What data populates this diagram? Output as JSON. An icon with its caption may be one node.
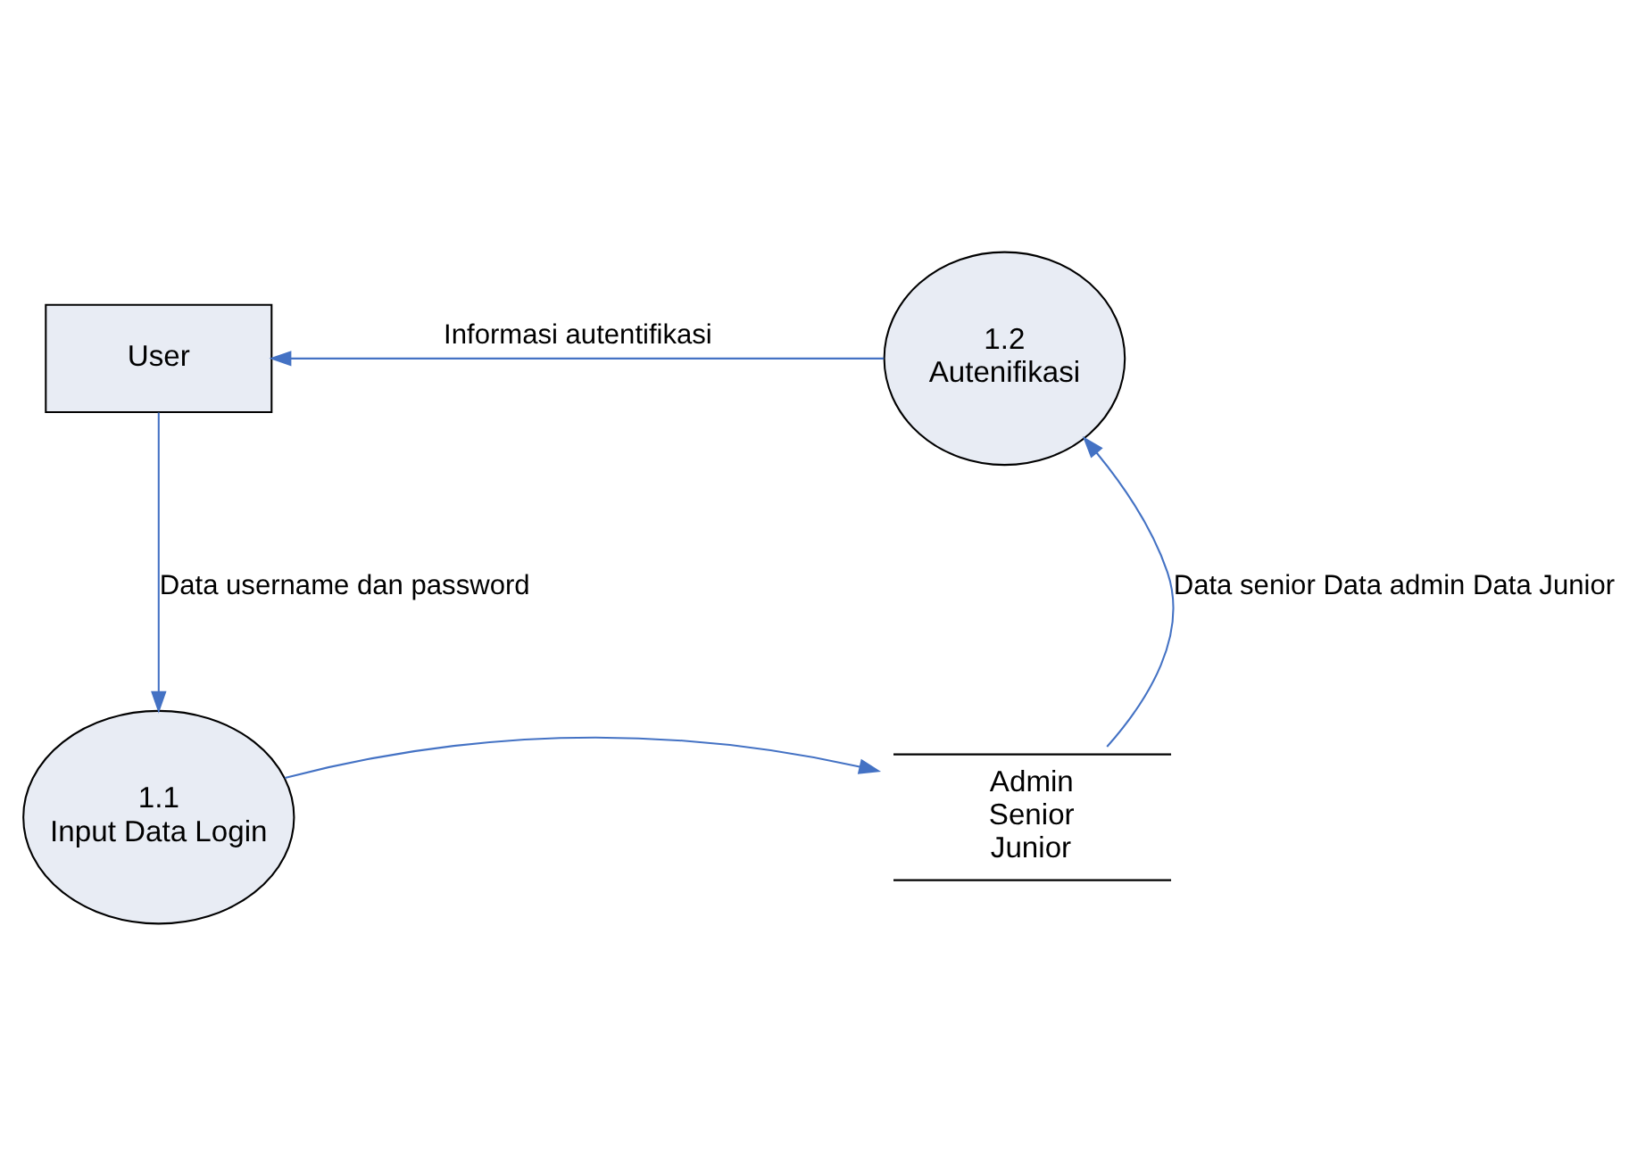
{
  "diagram": {
    "nodes": [
      {
        "text": [
          "User"
        ]
      },
      {
        "text": [
          "1.2",
          "Autenifikasi"
        ]
      },
      {
        "text": [
          "1.1",
          "Input Data Login"
        ]
      },
      {
        "text": [
          "Admin",
          "Senior",
          "Junior"
        ]
      }
    ],
    "edges": [
      {
        "from": 1,
        "to": 0,
        "arrow": "to",
        "label": "Informasi autentifikasi"
      },
      {
        "from": 0,
        "to": 2,
        "arrow": "to",
        "label": "Data username dan password"
      },
      {
        "from": 2,
        "to": 3,
        "arrow": "to"
      },
      {
        "from": 3,
        "to": 1,
        "arrow": "to",
        "label": "Data senior Data admin Data Junior"
      }
    ]
  }
}
